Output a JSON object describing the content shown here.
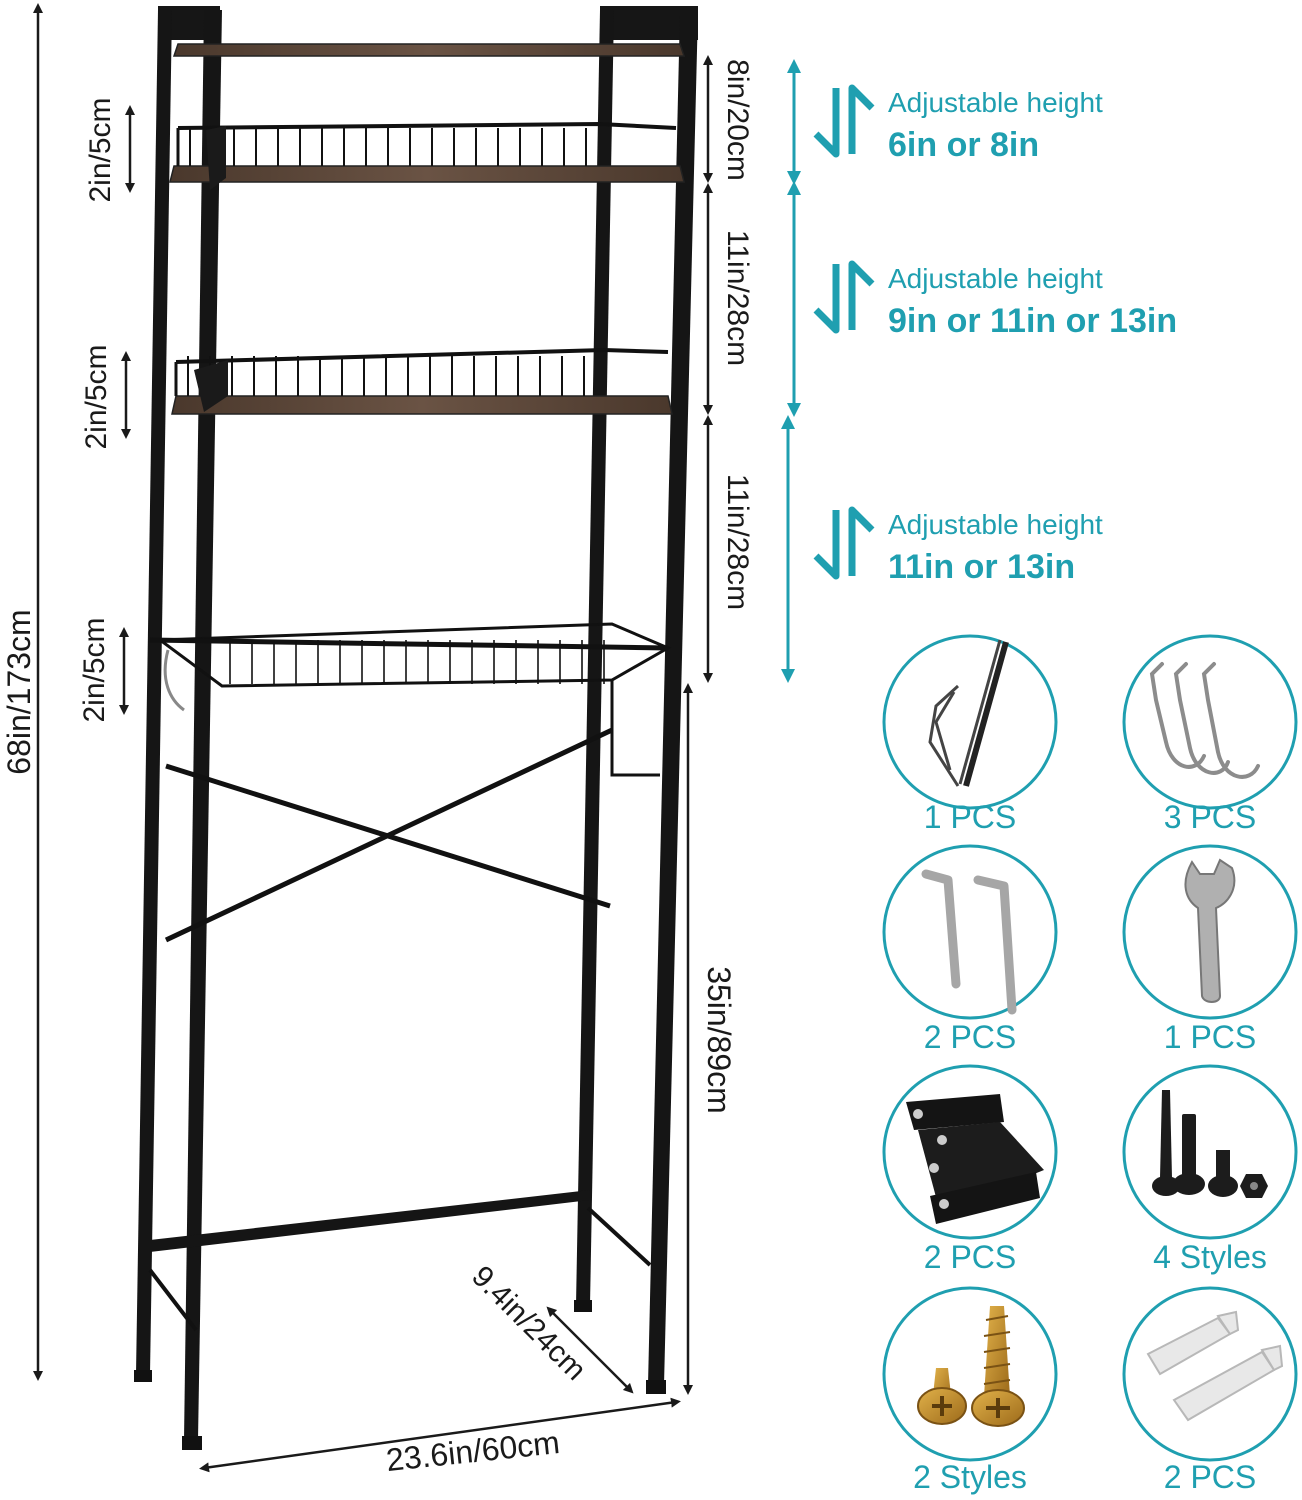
{
  "colors": {
    "accent": "#1f9fb0",
    "frame": "#111111",
    "wood": "#5a4638",
    "dimension_line": "#1a1a1a"
  },
  "dimensions": {
    "total_height": "68in/173cm",
    "gap_top": "8in/20cm",
    "gap_middle": "11in/28cm",
    "gap_lower": "11in/28cm",
    "clearance_height": "35in/89cm",
    "rail_top": "2in/5cm",
    "rail_middle": "2in/5cm",
    "rail_lower": "2in/5cm",
    "depth": "9.4in/24cm",
    "width": "23.6in/60cm"
  },
  "adjustments": [
    {
      "label": "Adjustable height",
      "value": "6in or 8in"
    },
    {
      "label": "Adjustable height",
      "value": "9in or 11in or 13in"
    },
    {
      "label": "Adjustable height",
      "value": "11in or 13in"
    }
  ],
  "accessories": [
    {
      "icon": "toilet-paper-holder-icon",
      "qty": "1 PCS"
    },
    {
      "icon": "hooks-icon",
      "qty": "3 PCS"
    },
    {
      "icon": "allen-keys-icon",
      "qty": "2 PCS"
    },
    {
      "icon": "wrench-icon",
      "qty": "1 PCS"
    },
    {
      "icon": "anti-tip-straps-icon",
      "qty": "2 PCS"
    },
    {
      "icon": "bolts-icon",
      "qty": "4 Styles"
    },
    {
      "icon": "wood-screws-icon",
      "qty": "2 Styles"
    },
    {
      "icon": "wall-anchors-icon",
      "qty": "2 PCS"
    }
  ]
}
